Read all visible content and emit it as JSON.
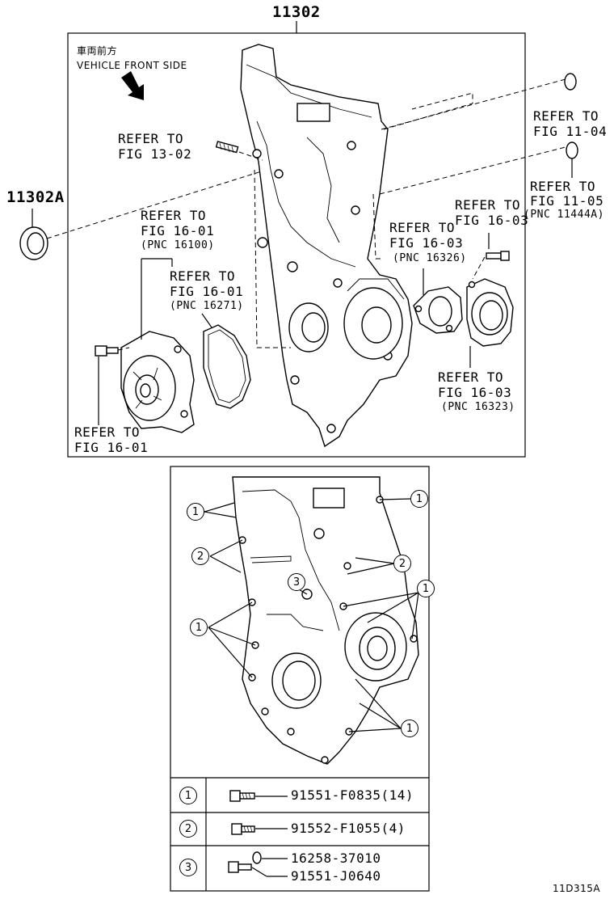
{
  "top": {
    "main_part": "11302",
    "seal_part": "11302A",
    "direction_jp": "車両前方",
    "direction_en": "VEHICLE FRONT SIDE",
    "refs": [
      {
        "line1": "REFER TO",
        "line2": "FIG 13-02",
        "pnc": ""
      },
      {
        "line1": "REFER TO",
        "line2": "FIG 11-04",
        "pnc": ""
      },
      {
        "line1": "REFER TO",
        "line2": "FIG 11-05",
        "pnc": "(PNC 11444A)"
      },
      {
        "line1": "REFER TO",
        "line2": "FIG 16-01",
        "pnc": "(PNC 16100)"
      },
      {
        "line1": "REFER TO",
        "line2": "FIG 16-01",
        "pnc": "(PNC 16271)"
      },
      {
        "line1": "REFER TO",
        "line2": "FIG 16-03",
        "pnc": "(PNC 16326)"
      },
      {
        "line1": "REFER TO",
        "line2": "FIG 16-03",
        "pnc": ""
      },
      {
        "line1": "REFER TO",
        "line2": "FIG 16-03",
        "pnc": "(PNC 16323)"
      },
      {
        "line1": "REFER TO",
        "line2": "FIG 16-01",
        "pnc": ""
      }
    ]
  },
  "bottom": {
    "callouts": [
      "1",
      "2",
      "3"
    ],
    "table": [
      {
        "key": "1",
        "parts": [
          "91551-F0835(14)"
        ]
      },
      {
        "key": "2",
        "parts": [
          "91552-F1055(4)"
        ]
      },
      {
        "key": "3",
        "parts": [
          "16258-37010",
          "91551-J0640"
        ]
      }
    ]
  },
  "figure_code": "11D315A"
}
